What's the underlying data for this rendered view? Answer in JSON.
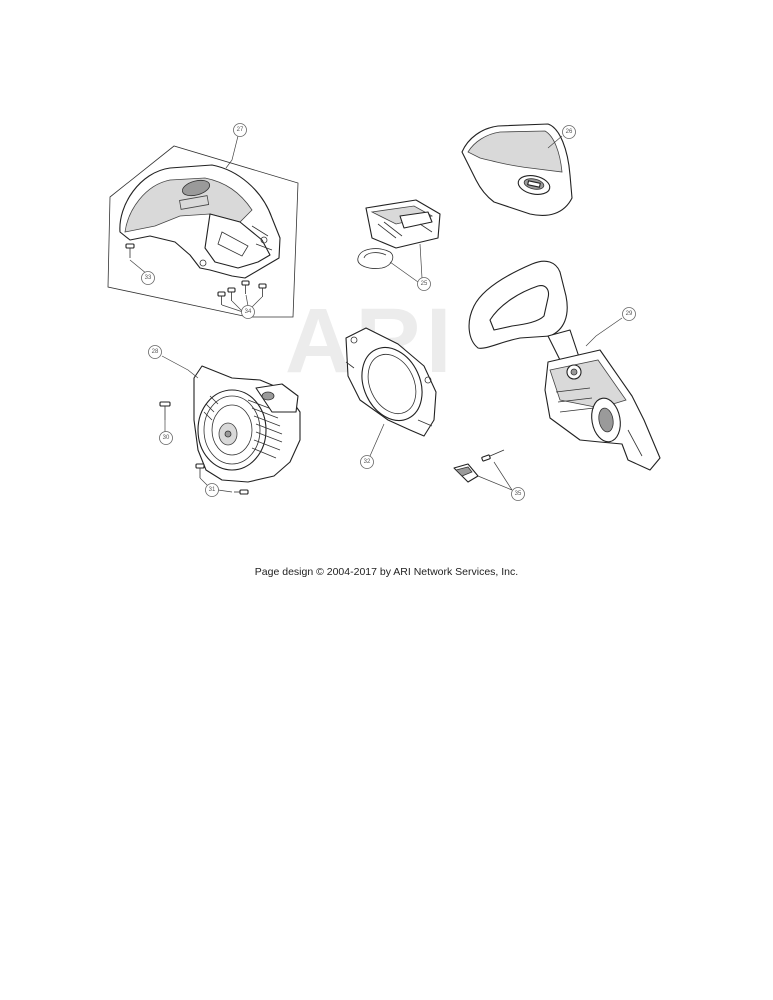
{
  "watermark": "ARI",
  "footer_text": "Page design © 2004-2017 by ARI Network Services, Inc.",
  "callouts": {
    "c27": "27",
    "c26": "26",
    "c25": "25",
    "c28": "28",
    "c29": "29",
    "c30": "30",
    "c31": "31",
    "c32": "32",
    "c33": "33",
    "c34": "34",
    "c35": "35"
  }
}
